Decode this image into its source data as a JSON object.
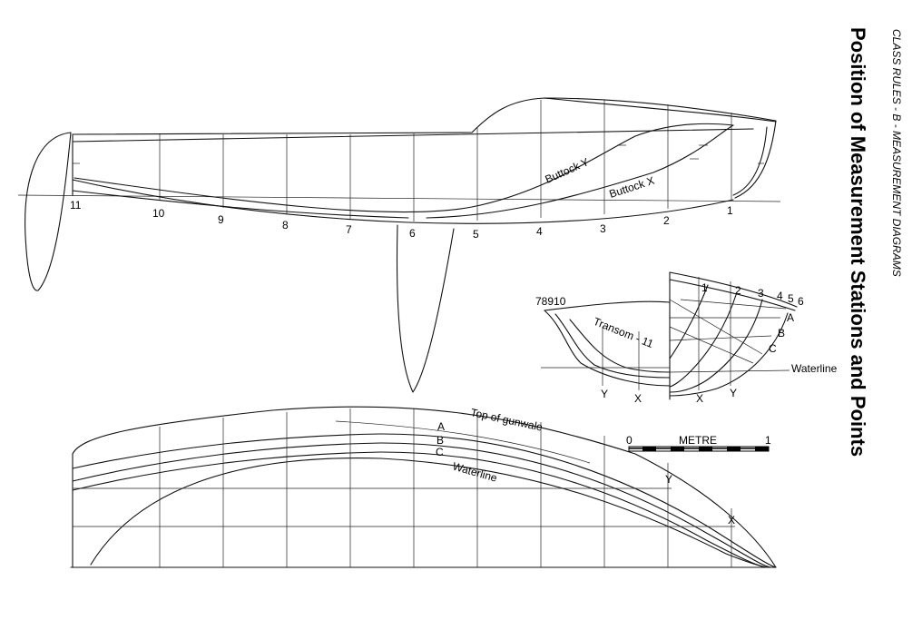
{
  "header": {
    "subtitle": "CLASS RULES - B - MEASUREMENT DIAGRAMS",
    "title": "Position of Measurement Stations and Points"
  },
  "profile": {
    "stations": [
      "11",
      "10",
      "9",
      "8",
      "7",
      "6",
      "5",
      "4",
      "3",
      "2",
      "1"
    ],
    "buttock_y": "Buttock Y",
    "buttock_x": "Buttock X"
  },
  "body_plan": {
    "aft_stations": "78910",
    "fwd_stations": [
      "1",
      "2",
      "3",
      "4",
      "5",
      "6"
    ],
    "transom": "Transom - 11",
    "points": [
      "A",
      "B",
      "C"
    ],
    "waterline": "Waterline",
    "buttocks": [
      "Y",
      "X",
      "X",
      "Y"
    ]
  },
  "half_breadth": {
    "gunwale": "Top of gunwale",
    "points": [
      "A",
      "B",
      "C"
    ],
    "waterline": "Waterline",
    "buttocks": [
      "Y",
      "X"
    ]
  },
  "scale": {
    "zero": "0",
    "unit": "METRE",
    "one": "1"
  }
}
